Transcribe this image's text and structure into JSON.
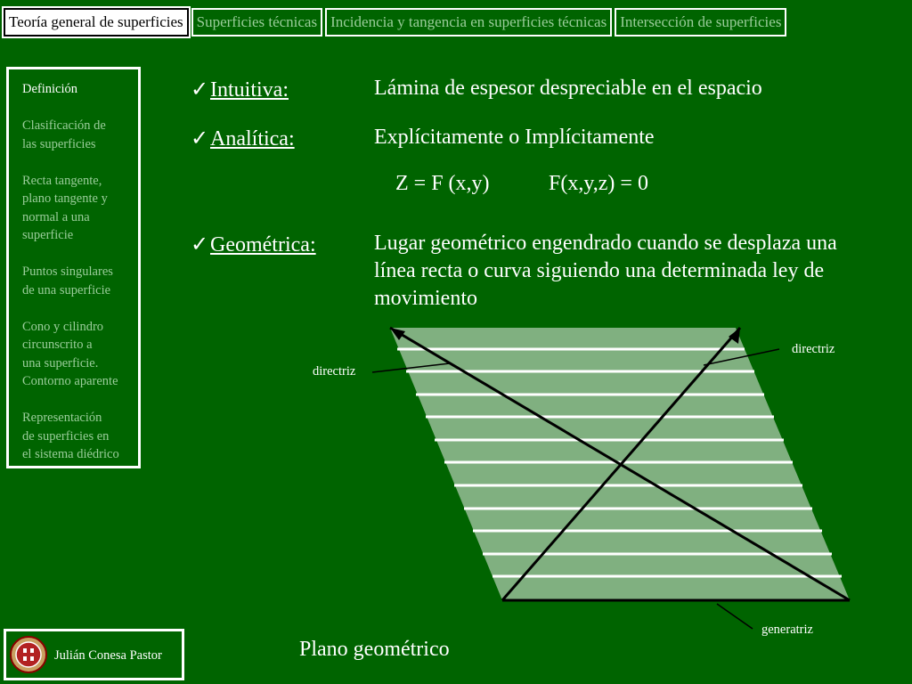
{
  "tabs": [
    {
      "label": "Teoría general de superficies",
      "active": true
    },
    {
      "label": "Superficies técnicas",
      "active": false
    },
    {
      "label": "Incidencia y tangencia en superficies técnicas",
      "active": false
    },
    {
      "label": "Intersección de superficies",
      "active": false
    }
  ],
  "sidebar": {
    "items": [
      {
        "label": "Definición",
        "active": true
      },
      {
        "label": "Clasificación de\nlas superficies",
        "active": false
      },
      {
        "label": "Recta tangente,\nplano tangente y\nnormal a una\nsuperficie",
        "active": false
      },
      {
        "label": "Puntos singulares\nde una superficie",
        "active": false
      },
      {
        "label": "Cono y cilindro\ncircunscrito a\nuna superficie.\nContorno aparente",
        "active": false
      },
      {
        "label": "Representación\nde superficies en\nel sistema diédrico",
        "active": false
      }
    ]
  },
  "definitions": {
    "intuitiva": {
      "term": "Intuitiva:",
      "text": "Lámina de espesor despreciable en el espacio"
    },
    "analitica": {
      "term": "Analítica:",
      "text": "Explícitamente o Implícitamente"
    },
    "formula_explicit": "Z = F (x,y)",
    "formula_implicit": "F(x,y,z) = 0",
    "geometrica": {
      "term": "Geométrica:",
      "text": "Lugar geométrico engendrado cuando se desplaza una línea recta o curva siguiendo una determinada ley de movimiento"
    }
  },
  "diagram": {
    "label_directriz_left": "directriz",
    "label_directriz_right": "directriz",
    "label_generatriz": "generatriz",
    "caption": "Plano geométrico",
    "plane_color": "#80b080",
    "line_color": "#ffffff"
  },
  "footer": {
    "author": "Julián Conesa Pastor"
  },
  "colors": {
    "background": "#006400",
    "inactive_text": "#9acd9a",
    "text": "#ffffff"
  }
}
